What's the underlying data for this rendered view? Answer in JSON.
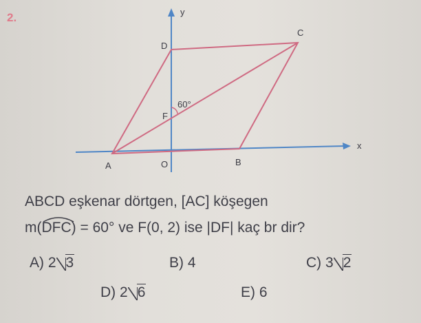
{
  "question_number": "2.",
  "figure": {
    "axis_x": "x",
    "axis_y": "y",
    "points": {
      "A": "A",
      "B": "B",
      "C": "C",
      "D": "D",
      "F": "F",
      "O": "O"
    },
    "angle": "60°"
  },
  "question": {
    "line1": "ABCD eşkenar dörtgen, [AC]  köşegen",
    "line2_prefix": "m(",
    "line2_angle": "DFC",
    "line2_suffix": ") = 60° ve  F(0, 2)  ise  |DF|  kaç br dir?"
  },
  "choices": [
    {
      "letter": "A)",
      "coef": "2",
      "radicand": "3"
    },
    {
      "letter": "B)",
      "plain": "4"
    },
    {
      "letter": "C)",
      "coef": "3",
      "radicand": "2"
    },
    {
      "letter": "D)",
      "coef": "2",
      "radicand": "6"
    },
    {
      "letter": "E)",
      "plain": "6"
    }
  ],
  "colors": {
    "axis": "#4f86c6",
    "rhombus": "#cf6a82",
    "question_number": "#e07b8b"
  }
}
